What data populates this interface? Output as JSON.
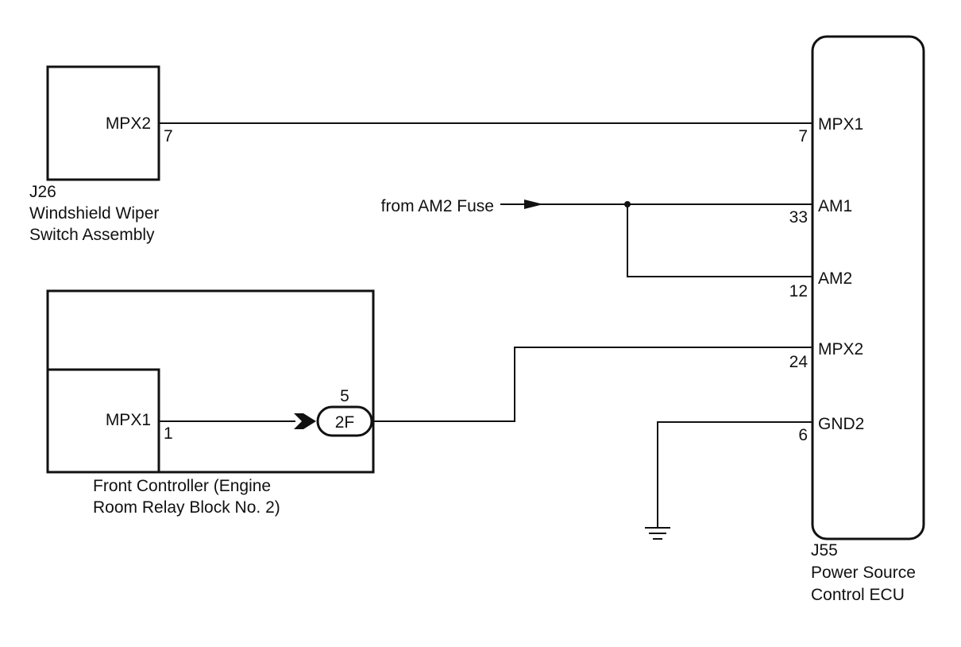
{
  "components": {
    "wiper_switch": {
      "code": "J26",
      "name_line1": "Windshield Wiper",
      "name_line2": "Switch Assembly",
      "pin_label": "MPX2",
      "pin_number": "7"
    },
    "front_controller": {
      "name_line1": "Front Controller (Engine",
      "name_line2": "Room Relay Block No. 2)",
      "pin_label": "MPX1",
      "pin_number": "1",
      "connector_label": "2F",
      "connector_pin": "5"
    },
    "ecu": {
      "code": "J55",
      "name_line1": "Power Source",
      "name_line2": "Control ECU",
      "pins": [
        {
          "label": "MPX1",
          "number": "7"
        },
        {
          "label": "AM1",
          "number": "33"
        },
        {
          "label": "AM2",
          "number": "12"
        },
        {
          "label": "MPX2",
          "number": "24"
        },
        {
          "label": "GND2",
          "number": "6"
        }
      ]
    }
  },
  "source": {
    "label": "from AM2 Fuse"
  }
}
